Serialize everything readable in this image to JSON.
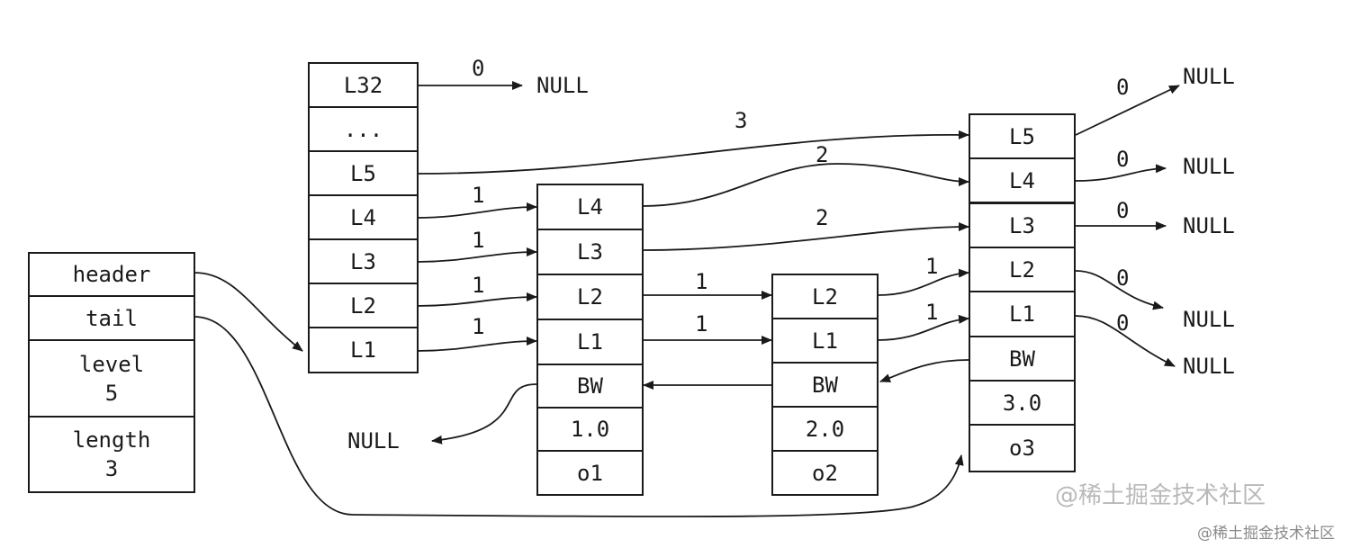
{
  "skiplist": {
    "header_field": "header",
    "tail_field": "tail",
    "level_field": "level\n5",
    "length_field": "length\n3"
  },
  "header_node": {
    "levels": [
      "L32",
      "...",
      "L5",
      "L4",
      "L3",
      "L2",
      "L1"
    ]
  },
  "node1": {
    "levels": [
      "L4",
      "L3",
      "L2",
      "L1"
    ],
    "backward": "BW",
    "score": "1.0",
    "member": "o1"
  },
  "node2": {
    "levels": [
      "L2",
      "L1"
    ],
    "backward": "BW",
    "score": "2.0",
    "member": "o2"
  },
  "node3": {
    "levels": [
      "L5",
      "L4",
      "L3",
      "L2",
      "L1"
    ],
    "backward": "BW",
    "score": "3.0",
    "member": "o3"
  },
  "null_text": "NULL",
  "spans": {
    "h_l32": "0",
    "h_l5": "3",
    "h_l4": "1",
    "h_l3": "1",
    "h_l2": "1",
    "h_l1": "1",
    "n1_l4": "2",
    "n1_l3": "2",
    "n1_l2": "1",
    "n1_l1": "1",
    "n2_l2": "1",
    "n2_l1": "1",
    "n3_l5": "0",
    "n3_l4": "0",
    "n3_l3": "0",
    "n3_l2": "0",
    "n3_l1": "0"
  },
  "watermark": {
    "main": "@稀土掘金技术社区",
    "corner": "@稀土掘金技术社区"
  }
}
